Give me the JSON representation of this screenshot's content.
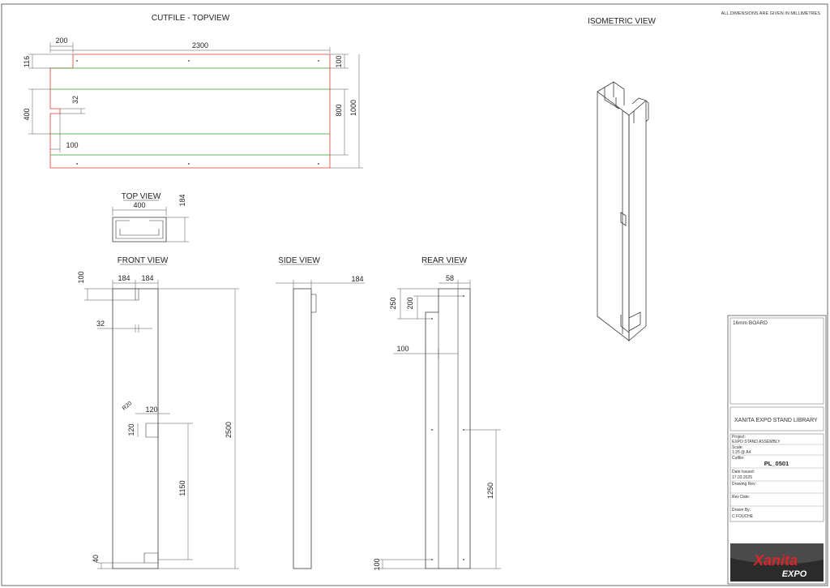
{
  "note": "ALL DIMENSIONS ARE GIVEN IN MILLIMETRES",
  "views": {
    "cutfile": "CUTFILE - TOPVIEW",
    "isometric": "ISOMETRIC VIEW",
    "top": "TOP VIEW",
    "front": "FRONT VIEW",
    "side": "SIDE VIEW",
    "rear": "REAR VIEW"
  },
  "dims": {
    "cut_200": "200",
    "cut_2300": "2300",
    "cut_116": "116",
    "cut_100_top": "100",
    "cut_400": "400",
    "cut_32": "32",
    "cut_800": "800",
    "cut_1000": "1000",
    "cut_100_bottom": "100",
    "top_400": "400",
    "top_184": "184",
    "front_100": "100",
    "front_184_a": "184",
    "front_184_b": "184",
    "front_32": "32",
    "front_r20": "R20",
    "front_120_h": "120",
    "front_120_v": "120",
    "front_1150": "1150",
    "front_2500": "2500",
    "front_40": "40",
    "side_184": "184",
    "rear_58": "58",
    "rear_250": "250",
    "rear_200": "200",
    "rear_100_top": "100",
    "rear_1250": "1250",
    "rear_100_bottom": "100"
  },
  "title_block": {
    "material": "16mm BOARD",
    "library": "XANITA EXPO STAND LIBRARY",
    "project_label": "Project:",
    "project_value": "EXPO STAND ASSEMBLY",
    "scale_label": "Scale:",
    "scale_value": "1:25 @ A4",
    "cutfile_label": "Cutfile:",
    "cutfile_value": "PL_0501",
    "date_label": "Date Issued:",
    "date_value": "17.03.2025",
    "rev_label": "Drawing Rev:",
    "revdate_label": "Rev Date:",
    "drawn_label": "Drawn By:",
    "drawn_value": "C FOUCHE",
    "logo_main": "Xanita",
    "logo_sub": "EXPO"
  },
  "colors": {
    "cut_line": "#e53935",
    "fold_line": "#2e9e2e",
    "line": "#3a3a3a",
    "logo_red": "#d9252a",
    "logo_bg": "#2b2b2b"
  }
}
